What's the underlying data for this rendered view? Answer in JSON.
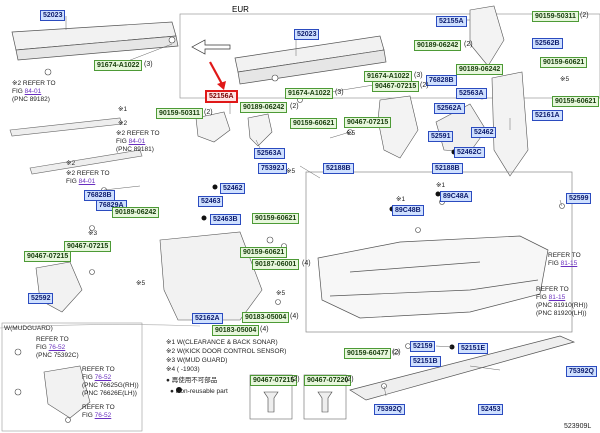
{
  "header": {
    "region_label": "EUR",
    "figure_id": "523909L"
  },
  "parts": [
    {
      "id": "p1",
      "text": "52023"
    },
    {
      "id": "p2",
      "text": "52023"
    },
    {
      "id": "p3",
      "text": "91674-A1022",
      "qty": "(3)"
    },
    {
      "id": "p4",
      "text": "91674-A1022",
      "qty": "(3)"
    },
    {
      "id": "p5",
      "text": "52156A"
    },
    {
      "id": "p6",
      "text": "52155A"
    },
    {
      "id": "p7",
      "text": "90189-06242",
      "qty": "(2)"
    },
    {
      "id": "p8",
      "text": "90159-50311",
      "qty": "(2)"
    },
    {
      "id": "p9",
      "text": "52562B"
    },
    {
      "id": "p10",
      "text": "90159-60621"
    },
    {
      "id": "p11",
      "text": "91674-A1022",
      "qty": "(3)"
    },
    {
      "id": "p12",
      "text": "76828B"
    },
    {
      "id": "p13",
      "text": "90189-06242"
    },
    {
      "id": "p14",
      "text": "90467-07215",
      "qty": "(2)"
    },
    {
      "id": "p15",
      "text": "90159-50311",
      "qty": "(2)"
    },
    {
      "id": "p16",
      "text": "52563A"
    },
    {
      "id": "p17",
      "text": "52562A"
    },
    {
      "id": "p18",
      "text": "52591"
    },
    {
      "id": "p19",
      "text": "52462"
    },
    {
      "id": "p20",
      "text": "52161A"
    },
    {
      "id": "p21",
      "text": "90467-07215"
    },
    {
      "id": "p22",
      "text": "90159-60621"
    },
    {
      "id": "p23",
      "text": "90189-06242",
      "qty": "(2)"
    },
    {
      "id": "p24",
      "text": "90159-60621"
    },
    {
      "id": "p25",
      "text": "52563A"
    },
    {
      "id": "p26",
      "text": "75392J"
    },
    {
      "id": "p27",
      "text": "52188B"
    },
    {
      "id": "p28",
      "text": "52188B"
    },
    {
      "id": "p29",
      "text": "52462C"
    },
    {
      "id": "p30",
      "text": "76828B"
    },
    {
      "id": "p31",
      "text": "76829A"
    },
    {
      "id": "p32",
      "text": "90189-06242"
    },
    {
      "id": "p33",
      "text": "52462"
    },
    {
      "id": "p34",
      "text": "52463"
    },
    {
      "id": "p35",
      "text": "52463B"
    },
    {
      "id": "p36",
      "text": "89C48B"
    },
    {
      "id": "p37",
      "text": "89C48A"
    },
    {
      "id": "p38",
      "text": "52599"
    },
    {
      "id": "p39",
      "text": "90159-60621"
    },
    {
      "id": "p40",
      "text": "90467-07215"
    },
    {
      "id": "p41",
      "text": "90467-07215"
    },
    {
      "id": "p42",
      "text": "90159-60621"
    },
    {
      "id": "p43",
      "text": "90187-06001",
      "qty": "(4)"
    },
    {
      "id": "p44",
      "text": "52592"
    },
    {
      "id": "p45",
      "text": "52162A"
    },
    {
      "id": "p46",
      "text": "90183-05004",
      "qty": "(4)"
    },
    {
      "id": "p47",
      "text": "90183-05004",
      "qty": "(4)"
    },
    {
      "id": "p48",
      "text": "90159-60477",
      "qty": "(2)"
    },
    {
      "id": "p49",
      "text": "52159"
    },
    {
      "id": "p50",
      "text": "52151E"
    },
    {
      "id": "p51",
      "text": "52151B"
    },
    {
      "id": "p52",
      "text": "75392Q"
    },
    {
      "id": "p53",
      "text": "90467-07215",
      "qty": "(2)"
    },
    {
      "id": "p54",
      "text": "90467-07220",
      "qty": "(2)"
    },
    {
      "id": "p55",
      "text": "75392Q"
    },
    {
      "id": "p56",
      "text": "52453"
    }
  ],
  "references": [
    {
      "id": "r1",
      "prefix": "REFER TO\nFIG",
      "link": "84-01",
      "suffix": "(PNC 89182)",
      "mark": "※2"
    },
    {
      "id": "r2",
      "prefix": "REFER TO\nFIG",
      "link": "84-01",
      "suffix": "(PNC 89181)",
      "mark": "※2"
    },
    {
      "id": "r3",
      "prefix": "REFER TO\nFIG",
      "link": "84-01",
      "suffix": "",
      "mark": "※2"
    },
    {
      "id": "r4",
      "prefix": "REFER TO\nFIG",
      "link": "81-15",
      "suffix": "",
      "mark": ""
    },
    {
      "id": "r5",
      "prefix": "REFER TO\nFIG",
      "link": "81-15",
      "suffix": "(PNC 81910(RH))\n(PNC 81920(LH))",
      "mark": ""
    },
    {
      "id": "r6",
      "prefix": "REFER TO\nFIG",
      "link": "76-52",
      "suffix": "(PNC 75392C)",
      "mark": ""
    },
    {
      "id": "r7",
      "prefix": "REFER TO\nFIG",
      "link": "76-52",
      "suffix": "(PNC 76625G(RH))\n(PNC 76626E(LH))",
      "mark": ""
    },
    {
      "id": "r8",
      "prefix": "REFER TO\nFIG",
      "link": "76-52",
      "suffix": "",
      "mark": ""
    }
  ],
  "notes": [
    {
      "id": "n1",
      "text": "※1"
    },
    {
      "id": "n2",
      "text": "※2"
    },
    {
      "id": "n3",
      "text": "※2"
    },
    {
      "id": "n4",
      "text": "※5"
    },
    {
      "id": "n5",
      "text": "※5"
    },
    {
      "id": "n6",
      "text": "※1"
    },
    {
      "id": "n7",
      "text": "※1"
    },
    {
      "id": "n8",
      "text": "※3"
    },
    {
      "id": "n9",
      "text": "※5"
    },
    {
      "id": "n10",
      "text": "※5"
    },
    {
      "id": "n11",
      "text": "※5"
    },
    {
      "id": "n12",
      "text": "W(MUDGUARD)"
    }
  ],
  "legend": [
    {
      "text": "※1 W(CLEARANCE & BACK SONAR)"
    },
    {
      "text": "※2 W(KICK DOOR CONTROL SENSOR)"
    },
    {
      "text": "※3 W(MUD GUARD)"
    },
    {
      "text": "※4 (      -1903)"
    },
    {
      "text": "● 再使用不可部品"
    },
    {
      "text": "● Non-reusable part"
    }
  ],
  "colors": {
    "pn_fill": "#cfe0ff",
    "pn_border": "#2b4bbf",
    "green_fill": "#e7f7dc",
    "green_border": "#4d9a36",
    "highlight": "#e01818"
  }
}
